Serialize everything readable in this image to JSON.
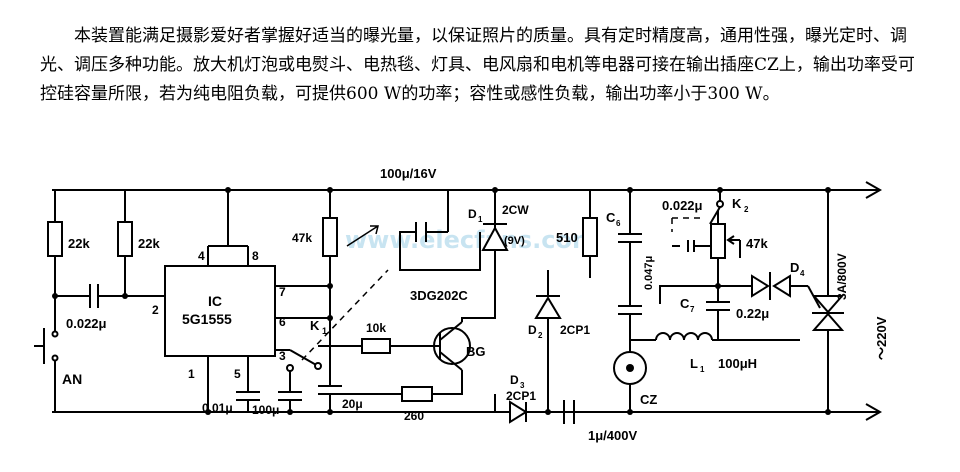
{
  "intro": "本装置能满足摄影爱好者掌握好适当的曝光量，以保证照片的质量。具有定时精度高，通用性强，曝光定时、调光、调压多种功能。放大机灯泡或电熨斗、电热毯、灯具、电风扇和电机等电器可接在输出插座CZ上，输出功率受可控硅容量所限，若为纯电阻负载，可提供600 W的功率；容性或感性负载，输出功率小于300 W。",
  "labels": {
    "r1": "22k",
    "r2": "22k",
    "r3": "47k",
    "c_top": "100μ/16V",
    "d1": "D",
    "d1_sub": "1",
    "d1_type": "2CW",
    "d1_volt": "(9V)",
    "r510": "510",
    "c6": "C",
    "c6_sub": "6",
    "c6_val": "0.047μ",
    "c022": "0.022μ",
    "k2": "K",
    "k2_sub": "2",
    "rp47": "47k",
    "d4": "D",
    "d4_sub": "4",
    "triac": "3A/800V",
    "mains": "～220V",
    "ic_name": "IC",
    "ic_part": "5G1555",
    "pin4": "4",
    "pin8": "8",
    "pin2": "2",
    "pin7": "7",
    "pin6": "6",
    "pin3": "3",
    "pin1": "1",
    "pin5": "5",
    "c_in": "0.022μ",
    "an": "AN",
    "k1": "K",
    "k1_sub": "1",
    "r10k": "10k",
    "transistor": "3DG202C",
    "bg": "BG",
    "d2": "D",
    "d2_sub": "2",
    "d2_type": "2CP1",
    "d3": "D",
    "d3_sub": "3",
    "d3_type": "2CP1",
    "c7": "C",
    "c7_sub": "7",
    "c7_val": "0.22μ",
    "l1": "L",
    "l1_sub": "1",
    "l1_val": "100μH",
    "cz": "CZ",
    "c001": "0.01μ",
    "c100": "100μ",
    "c20": "20μ",
    "r260": "260",
    "c1u": "1μ/400V"
  },
  "watermark": "www.elecfans.com"
}
